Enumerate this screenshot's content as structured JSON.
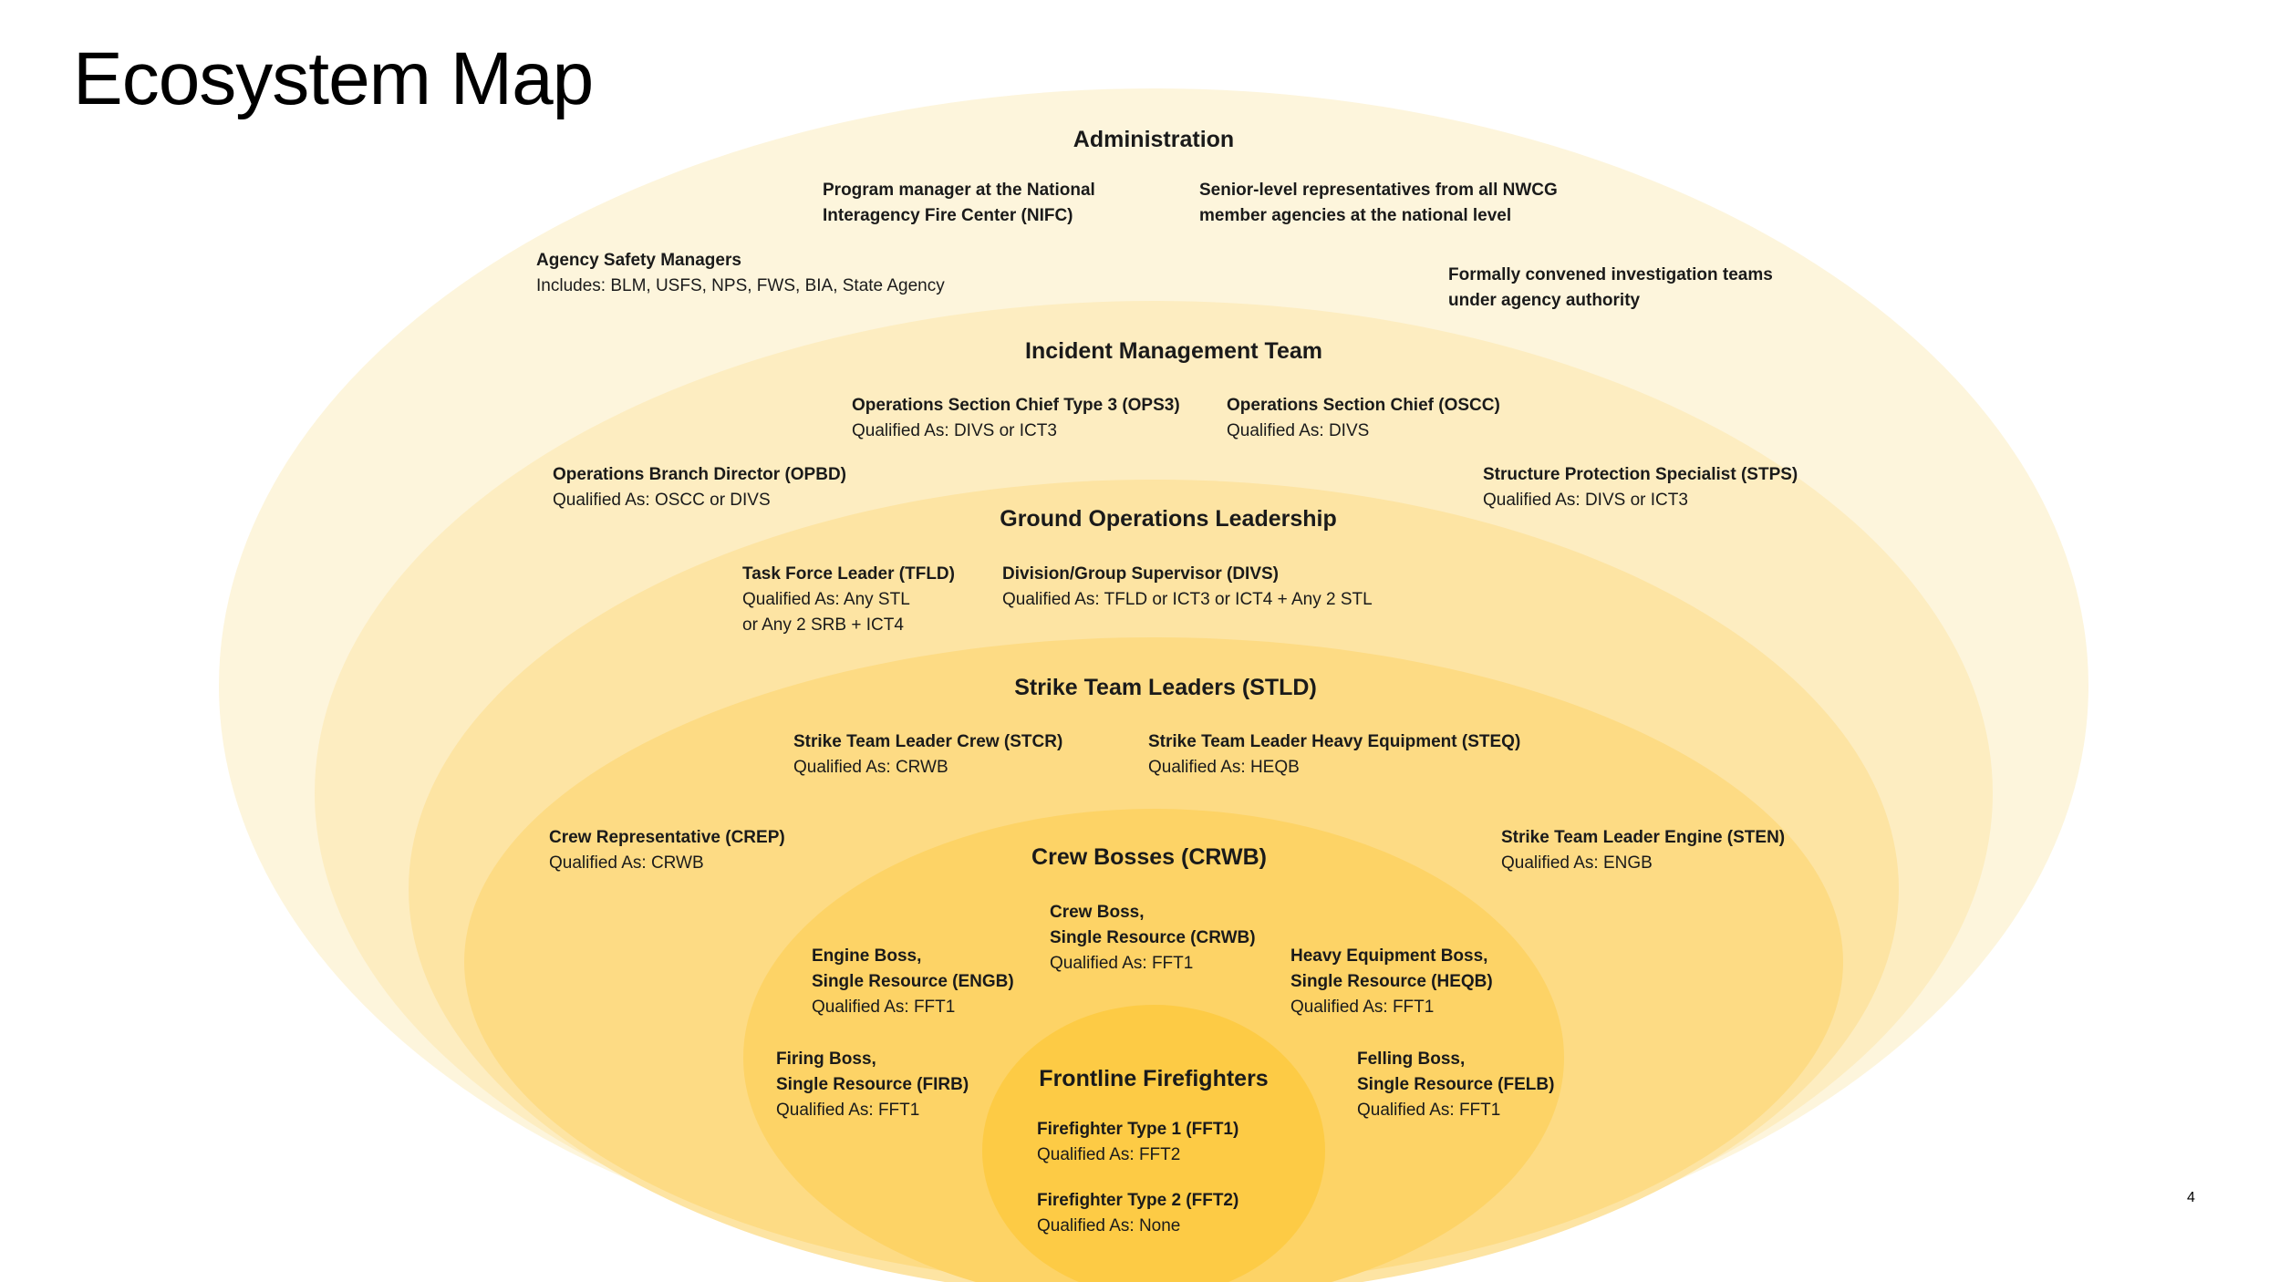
{
  "page": {
    "title": "Ecosystem Map",
    "slide_number": "4"
  },
  "colors": {
    "ring_administration": "#fdf5dc",
    "ring_incident_management": "#fdedc1",
    "ring_ground_operations": "#fde4a3",
    "ring_strike_team": "#fddb84",
    "ring_crew_bosses": "#fdd366",
    "ring_frontline": "#fdcb45"
  },
  "rings": {
    "administration": {
      "title": "Administration",
      "nifc": {
        "line1": "Program manager at the National",
        "line2": "Interagency Fire Center (NIFC)"
      },
      "nwcg": {
        "line1": "Senior-level representatives from all NWCG",
        "line2": "member agencies at the national level"
      },
      "safety": {
        "name": "Agency Safety Managers",
        "detail": "Includes: BLM, USFS, NPS, FWS, BIA, State Agency"
      },
      "investigation": {
        "line1": "Formally convened investigation teams",
        "line2": "under agency authority"
      }
    },
    "incident_management": {
      "title": "Incident Management Team",
      "ops3": {
        "name": "Operations Section Chief Type 3 (OPS3)",
        "qual": "Qualified As: DIVS or ICT3"
      },
      "oscc": {
        "name": "Operations Section Chief (OSCC)",
        "qual": "Qualified As: DIVS"
      },
      "opbd": {
        "name": "Operations Branch  Director (OPBD)",
        "qual": "Qualified As: OSCC or DIVS"
      },
      "stps": {
        "name": "Structure Protection Specialist (STPS)",
        "qual": "Qualified As: DIVS or ICT3"
      }
    },
    "ground_operations": {
      "title": "Ground Operations Leadership",
      "tfld": {
        "name": "Task Force Leader (TFLD)",
        "qual1": "Qualified As: Any STL",
        "qual2": "or Any 2 SRB + ICT4"
      },
      "divs": {
        "name": "Division/Group Supervisor (DIVS)",
        "qual": "Qualified As: TFLD or ICT3 or ICT4 + Any 2 STL"
      }
    },
    "strike_team": {
      "title": "Strike Team Leaders (STLD)",
      "stcr": {
        "name": "Strike Team Leader Crew (STCR)",
        "qual": "Qualified As: CRWB"
      },
      "steq": {
        "name": "Strike Team Leader Heavy Equipment (STEQ)",
        "qual": "Qualified As: HEQB"
      },
      "crep": {
        "name": "Crew Representative (CREP)",
        "qual": "Qualified As: CRWB"
      },
      "sten": {
        "name": "Strike Team Leader Engine (STEN)",
        "qual": "Qualified As: ENGB"
      }
    },
    "crew_bosses": {
      "title": "Crew Bosses (CRWB)",
      "crwb": {
        "line1": "Crew Boss,",
        "line2": "Single Resource (CRWB)",
        "qual": "Qualified As: FFT1"
      },
      "engb": {
        "line1": "Engine Boss,",
        "line2": "Single Resource (ENGB)",
        "qual": "Qualified As: FFT1"
      },
      "heqb": {
        "line1": "Heavy Equipment Boss,",
        "line2": "Single Resource (HEQB)",
        "qual": "Qualified As: FFT1"
      },
      "firb": {
        "line1": "Firing Boss,",
        "line2": "Single Resource (FIRB)",
        "qual": "Qualified As: FFT1"
      },
      "felb": {
        "line1": "Felling Boss,",
        "line2": "Single Resource (FELB)",
        "qual": "Qualified As: FFT1"
      }
    },
    "frontline": {
      "title": "Frontline Firefighters",
      "fft1": {
        "name": "Firefighter Type 1 (FFT1)",
        "qual": "Qualified As: FFT2"
      },
      "fft2": {
        "name": "Firefighter Type 2 (FFT2)",
        "qual": "Qualified As: None"
      }
    }
  }
}
